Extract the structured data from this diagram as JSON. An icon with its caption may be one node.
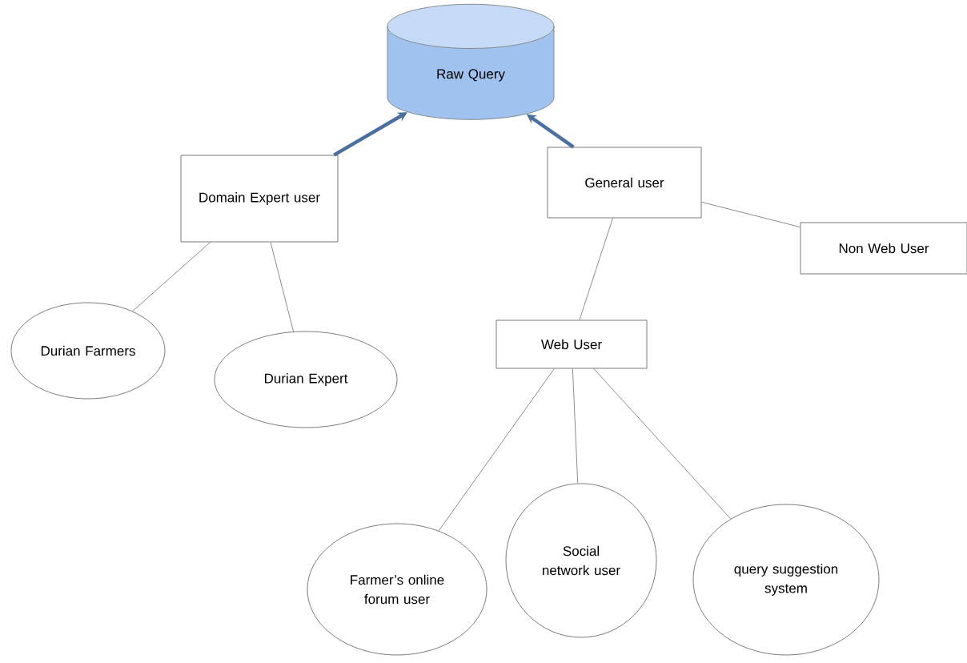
{
  "diagram": {
    "nodes": [
      {
        "text": [
          "Raw Query"
        ]
      },
      {
        "text": [
          "Domain Expert user"
        ]
      },
      {
        "text": [
          "General user"
        ]
      },
      {
        "text": [
          "Non Web User"
        ]
      },
      {
        "text": [
          "Durian Farmers"
        ]
      },
      {
        "text": [
          "Durian Expert"
        ]
      },
      {
        "text": [
          "Web User"
        ]
      },
      {
        "text": [
          "Farmer’s online forum user"
        ]
      },
      {
        "text": [
          "Social network user"
        ]
      },
      {
        "text": [
          "query suggestion system"
        ]
      }
    ],
    "edges": [
      {
        "from": 1,
        "to": 0,
        "arrow": "to",
        "style": "thick",
        "color": "#4a6fa0"
      },
      {
        "from": 2,
        "to": 0,
        "arrow": "to",
        "style": "thick",
        "color": "#4a6fa0"
      },
      {
        "from": 1,
        "to": 4,
        "arrow": "none"
      },
      {
        "from": 1,
        "to": 5,
        "arrow": "none"
      },
      {
        "from": 2,
        "to": 3,
        "arrow": "none"
      },
      {
        "from": 2,
        "to": 6,
        "arrow": "none"
      },
      {
        "from": 6,
        "to": 7,
        "arrow": "none"
      },
      {
        "from": 6,
        "to": 8,
        "arrow": "none"
      },
      {
        "from": 6,
        "to": 9,
        "arrow": "none"
      }
    ]
  }
}
